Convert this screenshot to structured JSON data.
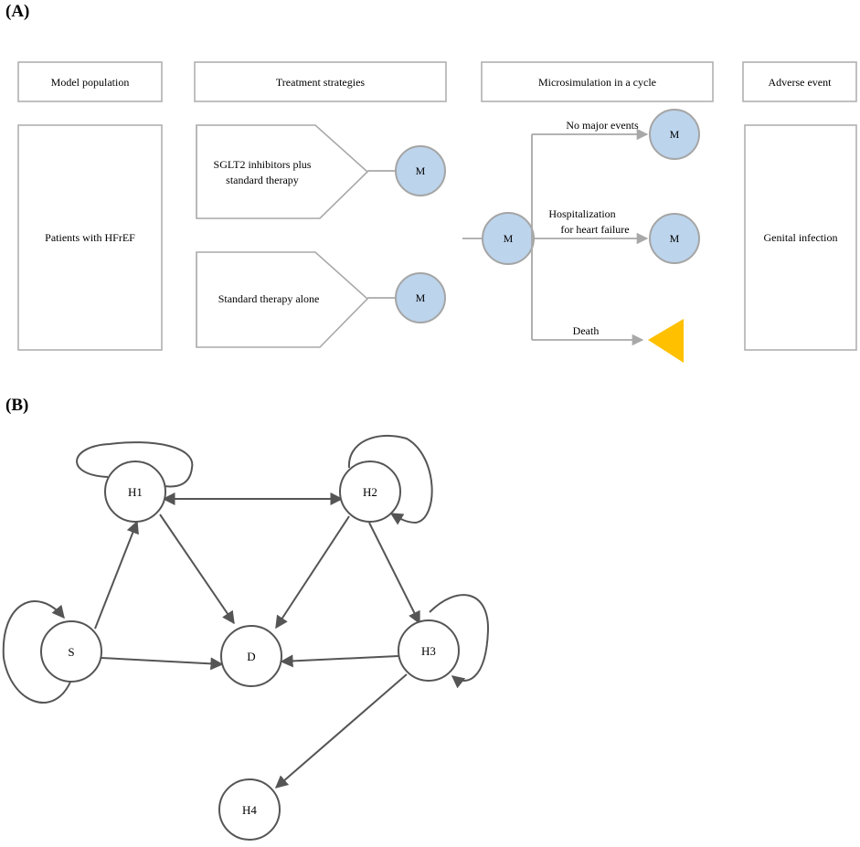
{
  "panels": {
    "a": "(A)",
    "b": "(B)"
  },
  "headers": {
    "model_population": "Model population",
    "treatment_strategies": "Treatment strategies",
    "microsimulation": "Microsimulation in a cycle",
    "adverse_event": "Adverse event"
  },
  "boxes": {
    "population": "Patients with HFrEF",
    "adverse": "Genital infection"
  },
  "treatments": {
    "sglt2_line1": "SGLT2 inhibitors plus",
    "sglt2_line2": "standard therapy",
    "standard": "Standard therapy alone"
  },
  "markov_node_label": "M",
  "branches": {
    "no_major": "No major events",
    "hosp_line1": "Hospitalization",
    "hosp_line2": "for heart failure",
    "death": "Death"
  },
  "colors": {
    "markov_node_fill": "#bcd4ec",
    "terminal_fill": "#ffc000",
    "edge_gray": "#a8a8a8",
    "state_edge": "#555555"
  },
  "states": {
    "s": "S",
    "h1": "H1",
    "h2": "H2",
    "h3": "H3",
    "h4": "H4",
    "d": "D"
  }
}
